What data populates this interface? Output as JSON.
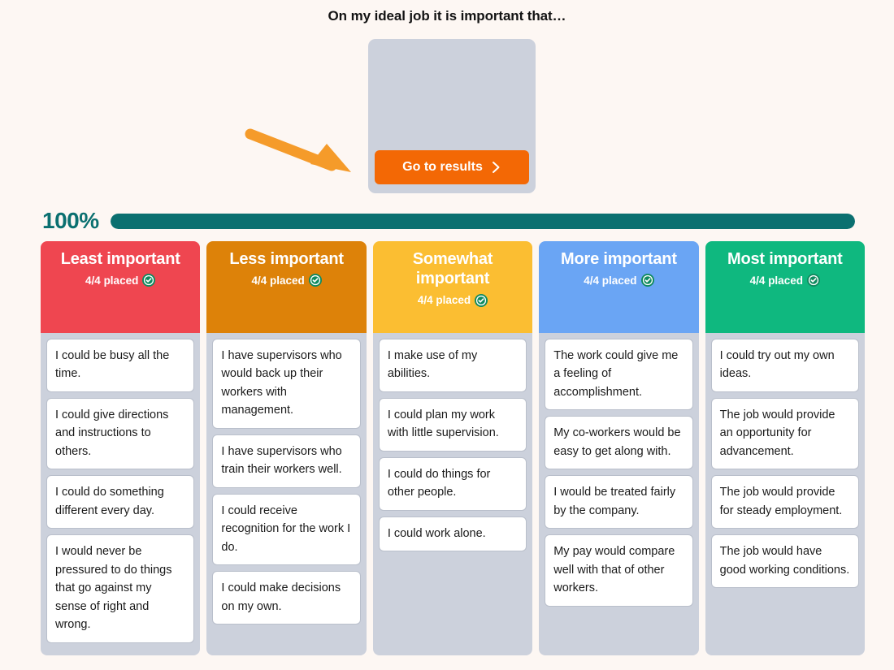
{
  "header": {
    "title": "On my ideal job it is important that…"
  },
  "top_panel": {
    "button_label": "Go to results",
    "chevron_icon": "chevron-right-icon",
    "button_color": "#f36805"
  },
  "annotation": {
    "arrow_icon": "arrow-pointing-to-results-button",
    "color": "#f59b2a"
  },
  "progress": {
    "percent_label": "100%",
    "value": 100,
    "fill_color": "#0b7070",
    "track_color": "#e4dedc"
  },
  "board": {
    "status_icon": "check-circle-icon",
    "columns": [
      {
        "id": "least-important",
        "title": "Least important",
        "status": "4/4 placed",
        "color": "#ef4650",
        "placed": 4,
        "capacity": 4,
        "cards": [
          "I could be busy all the time.",
          "I could give directions and instructions to others.",
          "I could do something different every day.",
          "I would never be pressured to do things that go against my sense of right and wrong."
        ]
      },
      {
        "id": "less-important",
        "title": "Less important",
        "status": "4/4 placed",
        "color": "#dd8209",
        "placed": 4,
        "capacity": 4,
        "cards": [
          "I have supervisors who would back up their workers with management.",
          "I have supervisors who train their workers well.",
          "I could receive recognition for the work I do.",
          "I could make decisions on my own."
        ]
      },
      {
        "id": "somewhat-important",
        "title": "Somewhat important",
        "status": "4/4 placed",
        "color": "#fbbe32",
        "placed": 4,
        "capacity": 4,
        "cards": [
          "I make use of my abilities.",
          "I could plan my work with little supervision.",
          "I could do things for other people.",
          "I could work alone."
        ]
      },
      {
        "id": "more-important",
        "title": "More important",
        "status": "4/4 placed",
        "color": "#6aa5f4",
        "placed": 4,
        "capacity": 4,
        "cards": [
          "The work could give me a feeling of accomplishment.",
          "My co-workers would be easy to get along with.",
          "I would be treated fairly by the company.",
          "My pay would compare well with that of other workers."
        ]
      },
      {
        "id": "most-important",
        "title": "Most important",
        "status": "4/4 placed",
        "color": "#0fb87f",
        "placed": 4,
        "capacity": 4,
        "cards": [
          "I could try out my own ideas.",
          "The job would provide an opportunity for advancement.",
          "The job would provide for steady employment.",
          "The job would have good working conditions."
        ]
      }
    ]
  }
}
